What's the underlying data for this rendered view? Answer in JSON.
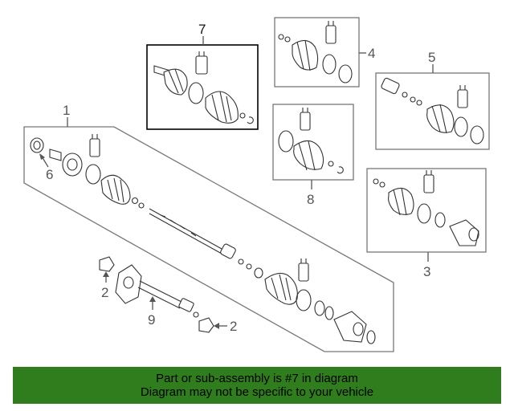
{
  "callouts": {
    "c1": "1",
    "c2a": "2",
    "c2b": "2",
    "c3": "3",
    "c4": "4",
    "c5": "5",
    "c6": "6",
    "c7": "7",
    "c8": "8",
    "c9": "9"
  },
  "banner": {
    "line1": "Part or sub-assembly is #7 in diagram",
    "line2": "Diagram may not be specific to your vehicle"
  },
  "colors": {
    "banner_bg": "#2f7d1d",
    "highlight_box": "#000000",
    "line": "#555555"
  }
}
